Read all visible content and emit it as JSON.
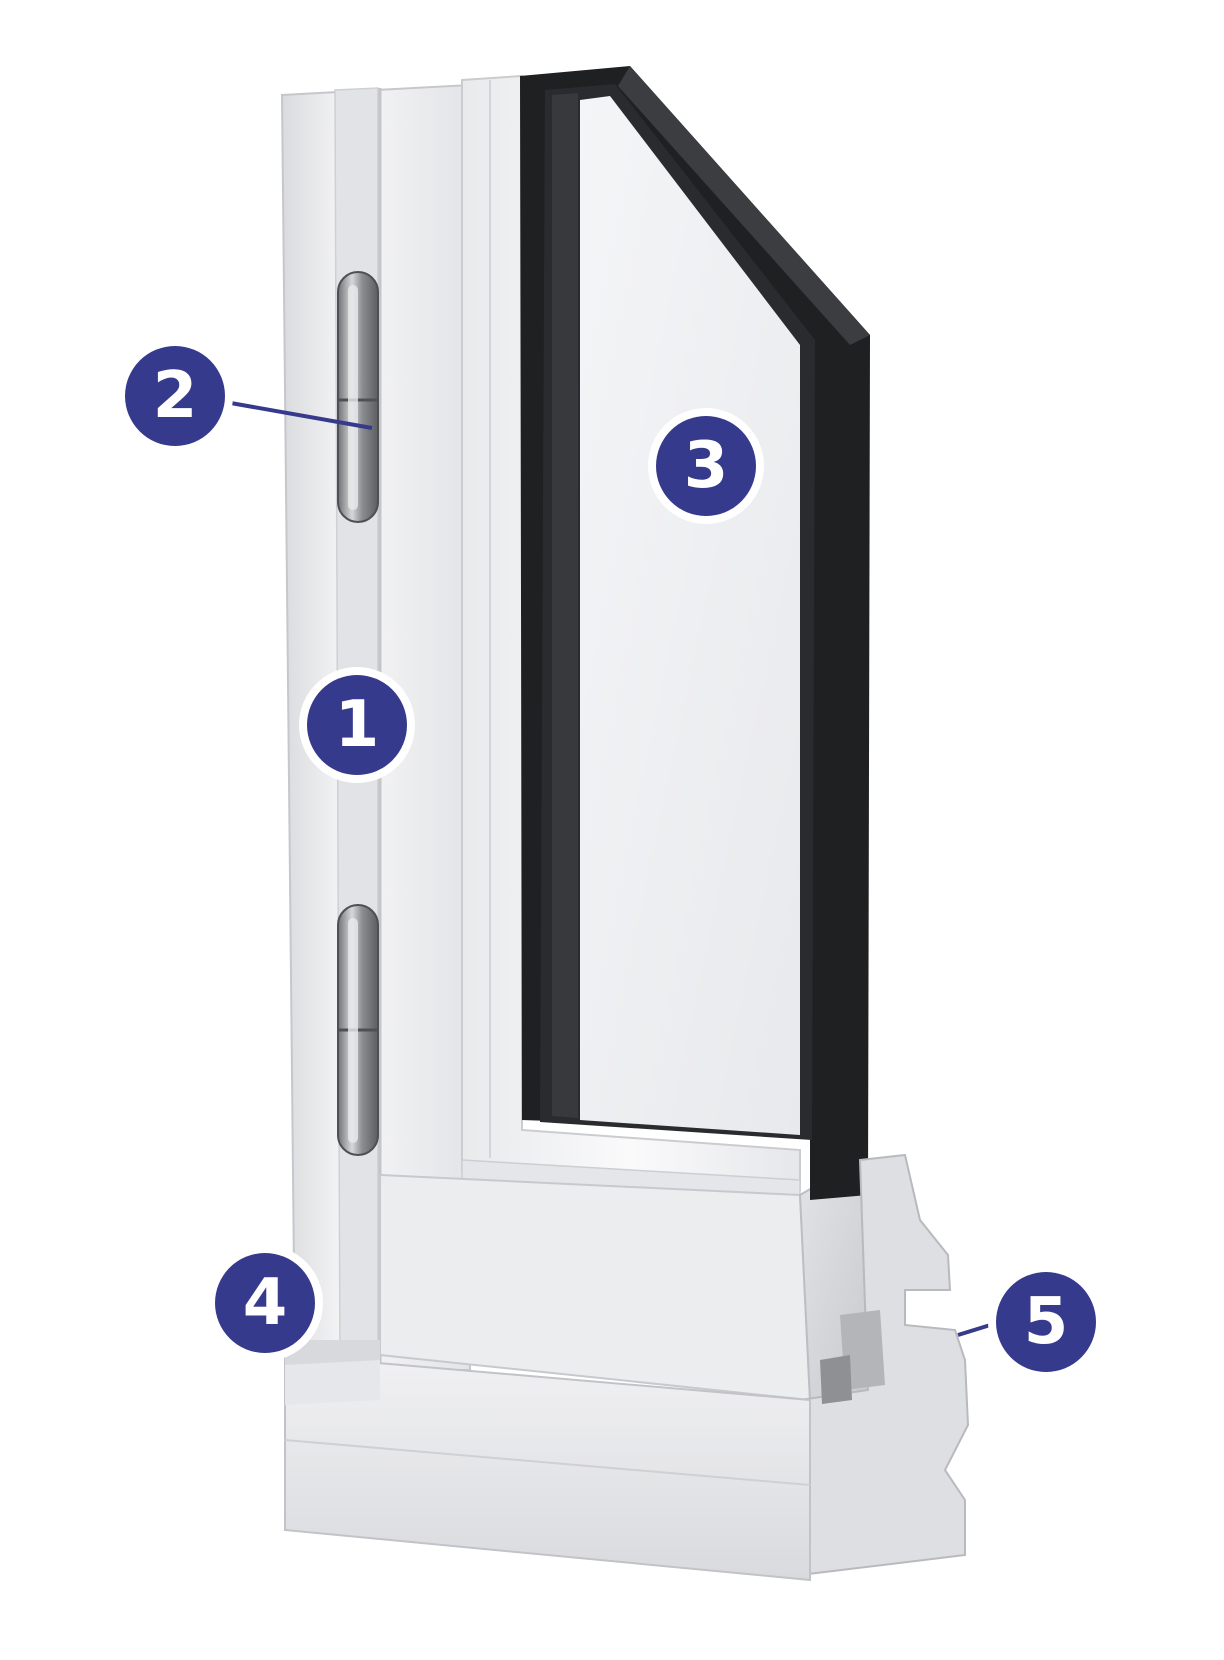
{
  "colors": {
    "marker_fill": "#363A8C",
    "marker_ring": "#ffffff",
    "marker_text": "#ffffff",
    "leader_line": "#363A8C",
    "frame_paint": "#EEEEF0",
    "glass": "#F2F3F5",
    "glass_edge": "#1E1F21",
    "hinge_metal": "#9A9C9F"
  },
  "markers": [
    {
      "id": "1",
      "label": "1",
      "target": "frame-stile"
    },
    {
      "id": "2",
      "label": "2",
      "target": "hinge-top"
    },
    {
      "id": "3",
      "label": "3",
      "target": "double-glazed-unit"
    },
    {
      "id": "4",
      "label": "4",
      "target": "sill-corner"
    },
    {
      "id": "5",
      "label": "5",
      "target": "weatherseal-profile"
    }
  ]
}
